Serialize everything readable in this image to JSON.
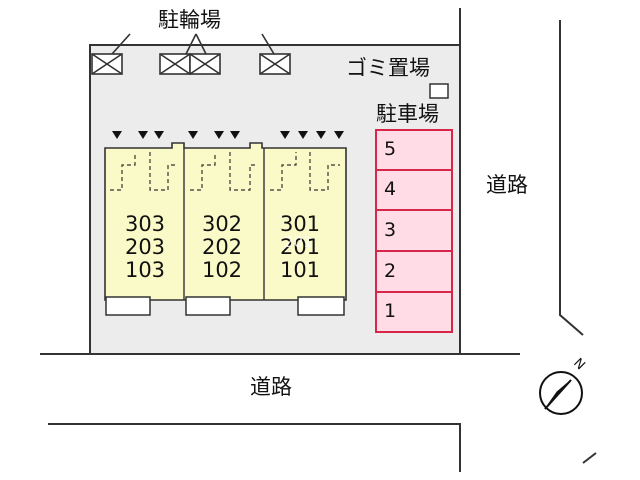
{
  "labels": {
    "bicycle_parking": "駐輪場",
    "garbage": "ゴミ置場",
    "car_parking": "駐車場",
    "road_right": "道路",
    "road_bottom": "道路",
    "north": "N"
  },
  "units": [
    {
      "floors": [
        "303",
        "203",
        "103"
      ]
    },
    {
      "floors": [
        "302",
        "202",
        "102"
      ]
    },
    {
      "floors": [
        "301",
        "201",
        "101"
      ]
    }
  ],
  "watermark": "201",
  "parking_spots": [
    "5",
    "4",
    "3",
    "2",
    "1"
  ],
  "colors": {
    "lot": "#ececec",
    "building": "#fafac8",
    "parking": "#ffdce6",
    "parking_border": "#d8264a",
    "line": "#333333"
  }
}
